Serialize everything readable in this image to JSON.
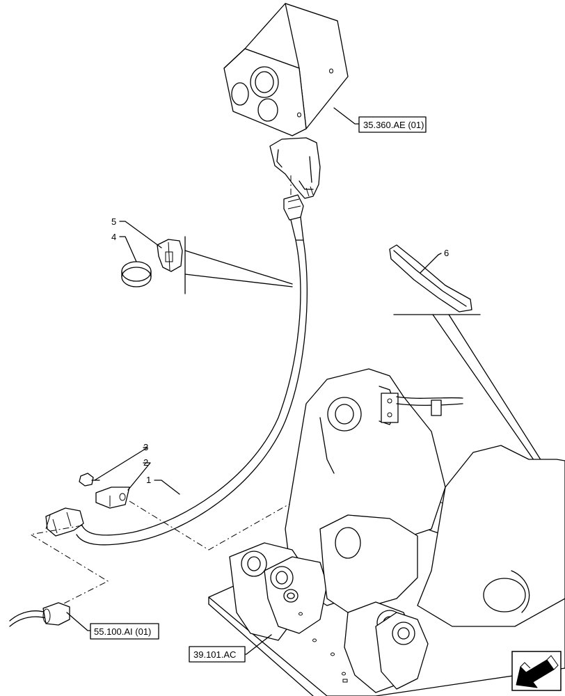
{
  "references": {
    "valve": "35.360.AE (01)",
    "connector": "55.100.AI (01)",
    "frame": "39.101.AC"
  },
  "callouts": {
    "harness": "1",
    "bracket": "2",
    "screw": "3",
    "tie": "4",
    "clip": "5",
    "grommet": "6"
  },
  "nav_icon": "arrow-down-left-icon"
}
